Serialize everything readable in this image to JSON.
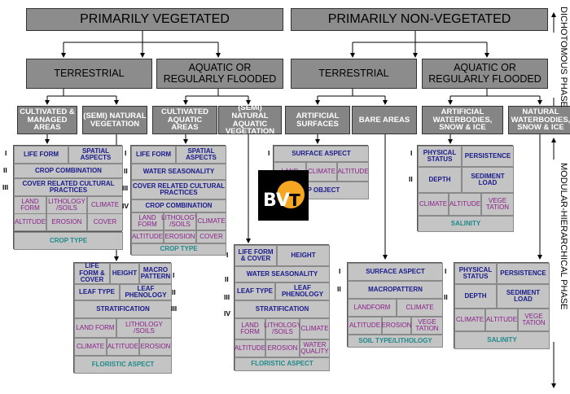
{
  "top": {
    "vegetated": "PRIMARILY VEGETATED",
    "nonvegetated": "PRIMARILY NON-VEGETATED"
  },
  "level2": {
    "terrestrial_v": "TERRESTRIAL",
    "aquatic_v": "AQUATIC OR REGULARLY FLOODED",
    "terrestrial_nv": "TERRESTRIAL",
    "aquatic_nv": "AQUATIC OR REGULARLY FLOODED"
  },
  "level3": {
    "cultivated": "CULTIVATED & MANAGED AREAS",
    "semi_natural": "(SEMI) NATURAL VEGETATION",
    "cultivated_aquatic": "CULTIVATED AQUATIC AREAS",
    "semi_natural_aquatic": "(SEMI) NATURAL AQUATIC VEGETATION",
    "artificial": "ARTIFICIAL SURFACES",
    "bare": "BARE AREAS",
    "artificial_water": "ARTIFICIAL WATERBODIES, SNOW & ICE",
    "natural_water": "NATURAL WATERBODIES, SNOW & ICE"
  },
  "phases": {
    "dichotomous": "DICHOTOMOUS PHASE",
    "modular": "MODULAR-HIERARCHICAL PHASE"
  },
  "roman": {
    "i": "I",
    "ii": "II",
    "iii": "III",
    "iv": "IV"
  },
  "g1": {
    "life_form": "LIFE FORM",
    "spatial": "SPATIAL ASPECTS",
    "crop_comb": "CROP COMBINATION",
    "cover": "COVER RELATED CULTURAL PRACTICES",
    "land_form": "LAND FORM",
    "litho": "LITHOLOGY /SOILS",
    "climate": "CLIMATE",
    "altitude": "ALTITUDE",
    "erosion": "EROSION",
    "cover2": "COVER",
    "crop_type": "CROP TYPE"
  },
  "g2": {
    "life_form": "LIFE FORM",
    "spatial": "SPATIAL ASPECTS",
    "water_season": "WATER SEASONALITY",
    "cover": "COVER RELATED CULTURAL PRACTICES",
    "crop_comb": "CROP COMBINATION",
    "land_form": "LAND FORM",
    "litho": "LITHOLOGY /SOILS",
    "climate": "CLIMATE",
    "altitude": "ALTITUDE",
    "erosion": "EROSION",
    "cover2": "COVER",
    "crop_type": "CROP TYPE"
  },
  "g3": {
    "surface": "SURFACE ASPECT",
    "land": "LAND",
    "climate": "CLIMATE",
    "altitude": "ALTITUDE",
    "up_object": "UP OBJECT"
  },
  "g4": {
    "physical": "PHYSICAL STATUS",
    "persistence": "PERSISTENCE",
    "depth": "DEPTH",
    "sediment": "SEDIMENT LOAD",
    "climate": "CLIMATE",
    "altitude": "ALTITUDE",
    "vegetation": "VEGE TATION",
    "salinity": "SALINITY"
  },
  "g5": {
    "life_form": "LIFE FORM & COVER",
    "height": "HEIGHT",
    "macro": "MACRO PATTERN",
    "leaf_type": "LEAF TYPE",
    "leaf_phen": "LEAF PHENOLOGY",
    "strat": "STRATIFICATION",
    "land_form": "LAND FORM",
    "litho": "LITHOLOGY /SOILS",
    "climate": "CLIMATE",
    "altitude": "ALTITUDE",
    "erosion": "EROSION",
    "floristic": "FLORISTIC ASPECT"
  },
  "g6": {
    "life_form": "LIFE FORM & COVER",
    "height": "HEIGHT",
    "water_season": "WATER SEASONALITY",
    "leaf_type": "LEAF TYPE",
    "leaf_phen": "LEAF PHENOLOGY",
    "strat": "STRATIFICATION",
    "land_form": "LAND FORM",
    "litho": "LITHOLOGY /SOILS",
    "climate": "CLIMATE",
    "altitude": "ALTITUDE",
    "erosion": "EROSION",
    "water_quality": "WATER QUALITY",
    "floristic": "FLORISTIC ASPECT"
  },
  "g7": {
    "surface": "SURFACE ASPECT",
    "macro": "MACROPATTERN",
    "landform": "LANDFORM",
    "climate": "CLIMATE",
    "altitude": "ALTITUDE",
    "erosion": "EROSION",
    "vegetation": "VEGE TATION",
    "soil": "SOIL TYPE/LITHOLOGY"
  },
  "g8": {
    "physical": "PHYSICAL STATUS",
    "persistence": "PERSISTENCE",
    "depth": "DEPTH",
    "sediment": "SEDIMENT LOAD",
    "climate": "CLIMATE",
    "altitude": "ALTITUDE",
    "vegetation": "VEGE TATION",
    "salinity": "SALINITY"
  },
  "logo": {
    "text": "BVT"
  }
}
